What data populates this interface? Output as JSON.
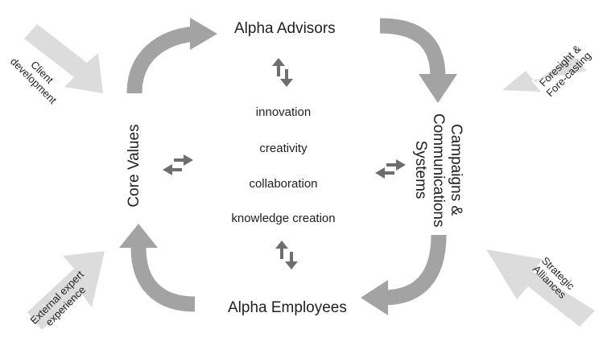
{
  "nodes": {
    "top": "Alpha Advisors",
    "bottom": "Alpha Employees",
    "left": "Core Values",
    "right_lines": [
      "Campaigns &",
      "Communications",
      "Systems"
    ]
  },
  "values": [
    "innovation",
    "creativity",
    "collaboration",
    "knowledge creation"
  ],
  "external_influences": {
    "top_left_lines": [
      "Client",
      "development"
    ],
    "top_right_lines": [
      "Foresight &",
      "Fore-casting"
    ],
    "bottom_left_lines": [
      "External expert",
      "experience"
    ],
    "bottom_right_lines": [
      "Strategic",
      "Alliances"
    ]
  },
  "colors": {
    "cycle_arrow": "#a3a3a3",
    "influence_arrow": "#dcdcdc",
    "exchange_arrow": "#6e6e6e",
    "text": "#1f1f1f"
  }
}
